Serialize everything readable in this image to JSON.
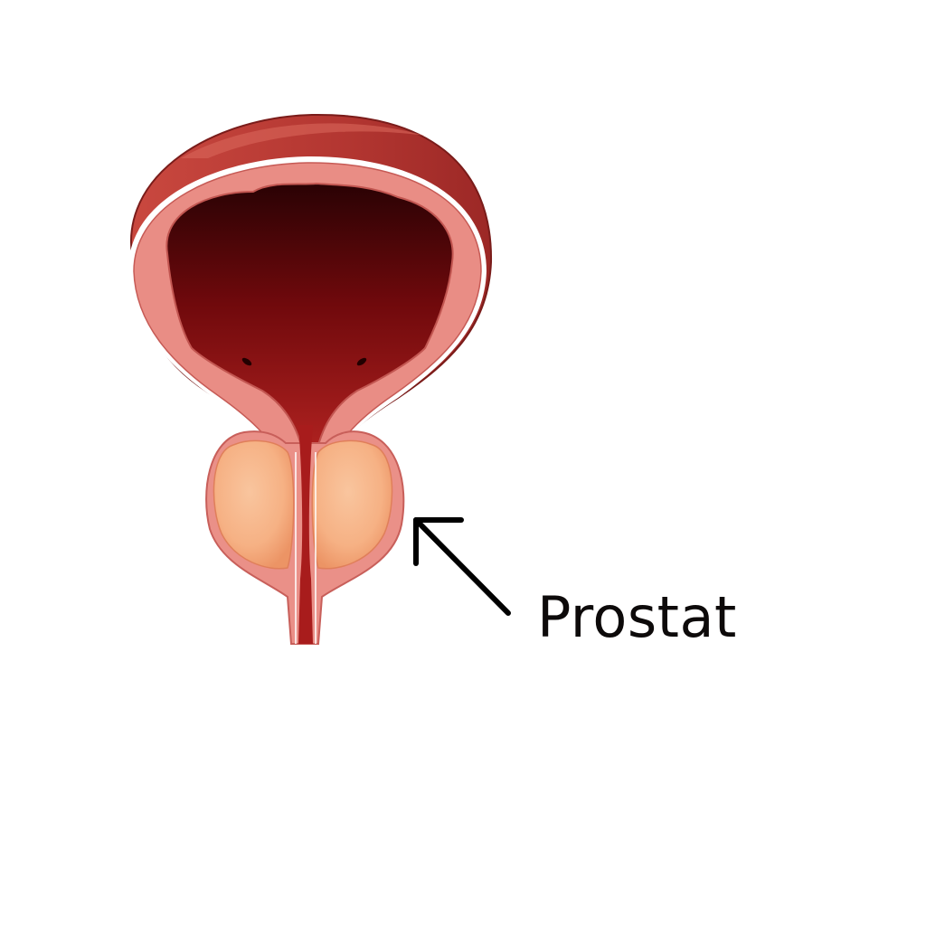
{
  "diagram": {
    "subject": "Urinary bladder and prostate (cross-section)",
    "label": {
      "text": "Prostat",
      "pointer": "arrow pointing up-left to prostate"
    },
    "parts": [
      {
        "name": "bladder-outer-wall",
        "color": "#b43a34"
      },
      {
        "name": "bladder-inner-lining",
        "color": "#e98d85"
      },
      {
        "name": "bladder-lumen",
        "color": "#6e0a0c"
      },
      {
        "name": "ureteral-orifices",
        "count": 2
      },
      {
        "name": "prostate-left-lobe",
        "color": "#f4a47a"
      },
      {
        "name": "prostate-right-lobe",
        "color": "#f4a47a"
      },
      {
        "name": "urethra",
        "color": "#a81c1c"
      }
    ],
    "colors": {
      "background": "#ffffff",
      "arrow": "#000000",
      "text": "#0d0a0a"
    }
  }
}
